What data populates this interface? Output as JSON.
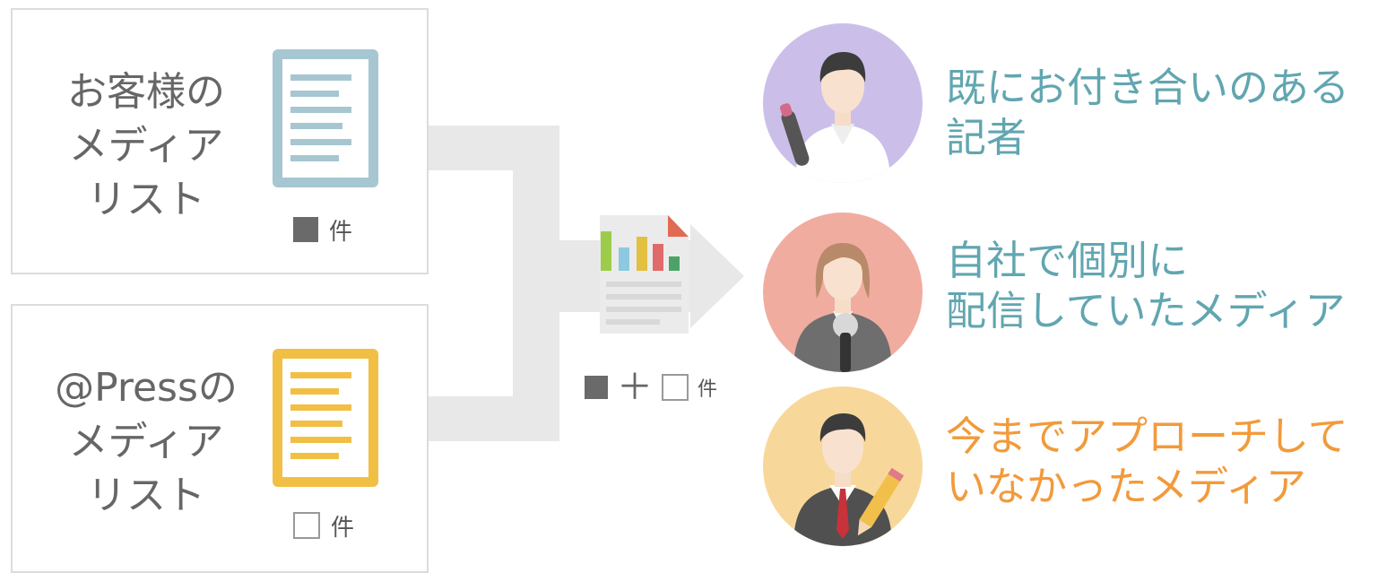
{
  "client_list": {
    "label_lines": [
      "お客様の",
      "メディア",
      "リスト"
    ],
    "count_suffix": "件"
  },
  "press_list": {
    "label_lines": [
      "@Pressの",
      "メディア",
      "リスト"
    ],
    "count_suffix": "件"
  },
  "combined": {
    "plus": "＋",
    "count_suffix": "件"
  },
  "media_types": [
    {
      "lines": [
        "既にお付き合いのある",
        "記者"
      ],
      "color": "#61a6b0",
      "icon": "reporter-with-pen-icon"
    },
    {
      "lines": [
        "自社で個別に",
        "配信していたメディア"
      ],
      "color": "#61a6b0",
      "icon": "reporter-with-microphone-icon"
    },
    {
      "lines": [
        "今までアプローチして",
        "いなかったメディア"
      ],
      "color": "#f29a3a",
      "icon": "businessman-with-pencil-icon"
    }
  ],
  "colors": {
    "client_doc": "#a6c6d2",
    "press_doc": "#f2bf45",
    "connector": "#e6e6e6",
    "box_border": "#dcdcdc"
  }
}
